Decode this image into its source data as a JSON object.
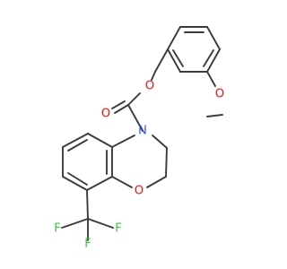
{
  "atoms": [
    {
      "id": "O_carbonyl",
      "label": "O",
      "color": "#ff0d0d"
    },
    {
      "id": "O_ether_link",
      "label": "O",
      "color": "#ff0d0d"
    },
    {
      "id": "O_methoxy",
      "label": "O",
      "color": "#ff0d0d"
    },
    {
      "id": "N_ring",
      "label": "N",
      "color": "#3050f8"
    },
    {
      "id": "O_ring",
      "label": "O",
      "color": "#ff0d0d"
    },
    {
      "id": "F_left",
      "label": "F",
      "color": "#33cc33"
    },
    {
      "id": "F_right",
      "label": "F",
      "color": "#33cc33"
    },
    {
      "id": "F_bottom",
      "label": "F",
      "color": "#33cc33"
    }
  ],
  "bond_color": "#3b3b3b"
}
